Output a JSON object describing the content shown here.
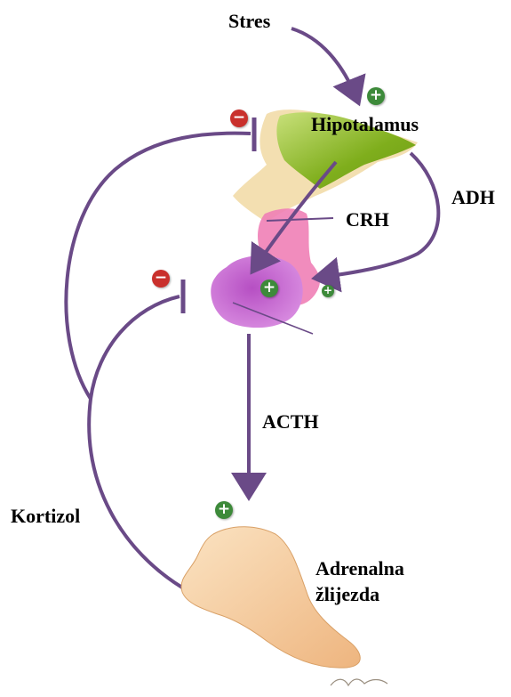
{
  "labels": {
    "stres": "Stres",
    "hipotalamus": "Hipotalamus",
    "adh": "ADH",
    "crh": "CRH",
    "acth": "ACTH",
    "kortizol": "Kortizol",
    "adrenalna_line1": "Adrenalna",
    "adrenalna_line2": "žlijezda"
  },
  "signs": {
    "plus": "+",
    "minus": "−"
  },
  "colors": {
    "arrow": "#6a4a87",
    "stimulate": "#3d8a3a",
    "inhibit": "#c9302c",
    "hypothalamus": "#8fbf2a",
    "hypothalamus_tan": "#f2dba8",
    "pituitary_anterior": "#c36ad0",
    "pituitary_posterior": "#ef7fb6",
    "adrenal": "#f3c99a"
  },
  "icons": [
    "plus-sign-icon",
    "minus-sign-icon",
    "hypothalamus-shape",
    "pituitary-shape",
    "adrenal-gland-shape"
  ]
}
